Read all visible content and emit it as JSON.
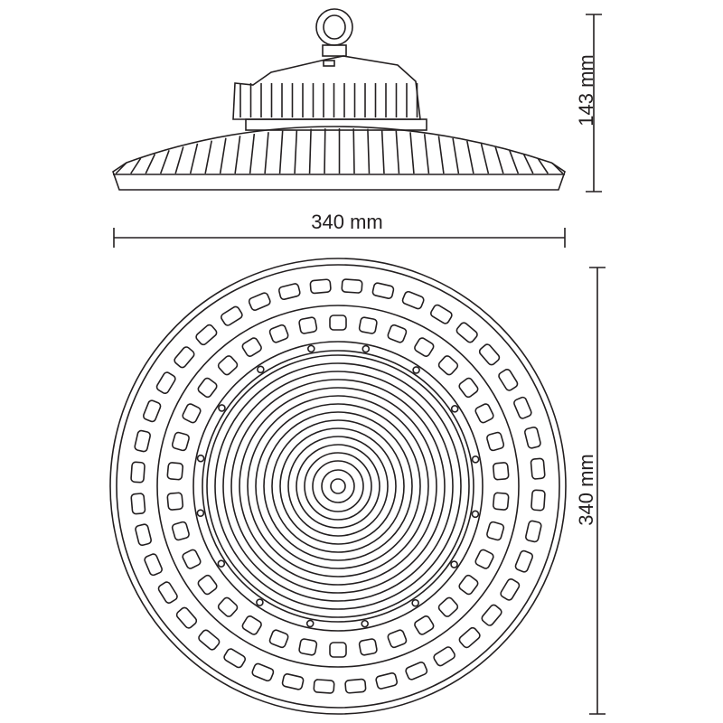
{
  "dimensions": {
    "width_label": "340 mm",
    "height_label": "143 mm",
    "diameter_label": "340 mm"
  },
  "colors": {
    "line": "#231f20",
    "background": "#ffffff"
  }
}
